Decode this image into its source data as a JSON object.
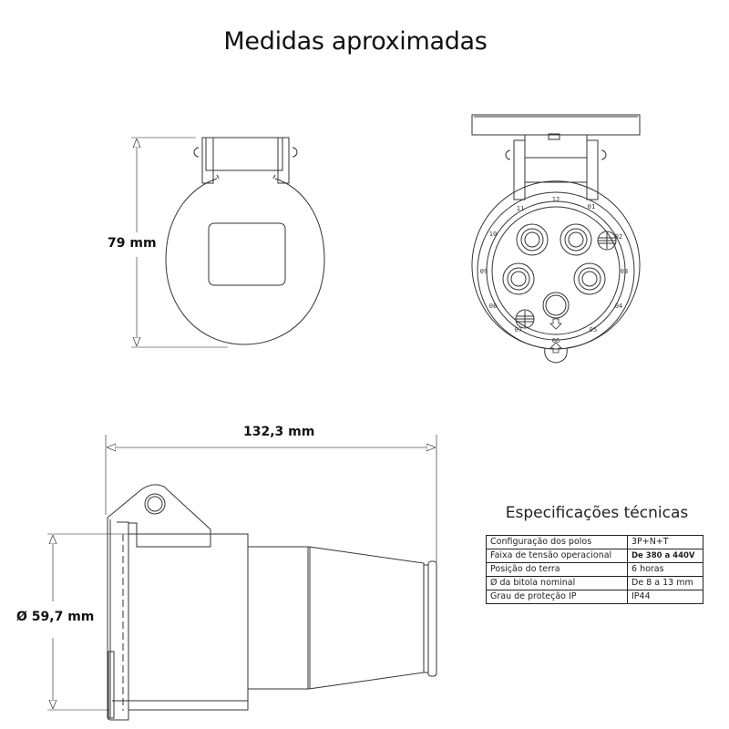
{
  "title": "Medidas aproximadas",
  "dimensions": {
    "height": "79 mm",
    "length": "132,3 mm",
    "diameter": "Ø 59,7 mm"
  },
  "views": {
    "rear_view": "side/back view with lid",
    "front_view": {
      "clock_labels": [
        "12",
        "01",
        "02",
        "03",
        "04",
        "05",
        "06",
        "07",
        "08",
        "09",
        "10",
        "11"
      ],
      "earth_position_label": "06"
    },
    "side_view": "profile view"
  },
  "specs": {
    "title": "Especificações técnicas",
    "rows": [
      {
        "label": "Configuração dos polos",
        "value": "3P+N+T"
      },
      {
        "label": "Faixa de tensão operacional",
        "value": "De 380 a 440V"
      },
      {
        "label": "Posição do terra",
        "value": "6 horas"
      },
      {
        "label": "Ø da bitola nominal",
        "value": "De 8 a 13 mm"
      },
      {
        "label": "Grau de proteção IP",
        "value": "IP44"
      }
    ]
  },
  "colors": {
    "line": "#333333",
    "text": "#111111",
    "background": "#ffffff"
  }
}
